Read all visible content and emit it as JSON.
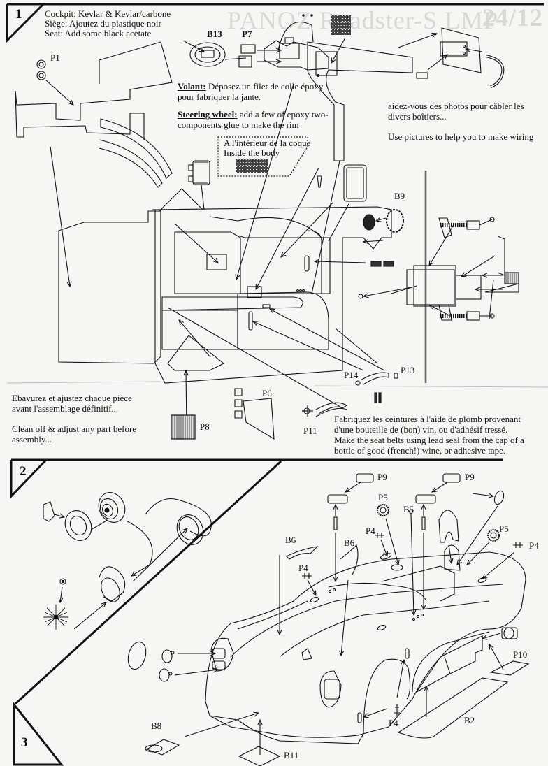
{
  "document": {
    "background_header_ghost": "PANOZ Roadster-S LMP",
    "background_page_ghost": "24/12"
  },
  "step1": {
    "number": "1",
    "intro": [
      "Cockpit: Kevlar & Kevlar/carbone",
      "Siège: Ajoutez du plastique noir",
      "Seat: Add some black acetate"
    ],
    "labels": {
      "p1": "P1",
      "b13": "B13",
      "p7": "P7",
      "b9": "B9",
      "p6": "P6",
      "p8": "P8",
      "p11": "P11",
      "p13": "P13",
      "p14": "P14"
    },
    "volant_label": "Volant:",
    "volant_text_1": " Déposez un filet de colle époxy",
    "volant_text_2": "pour fabriquer la jante.",
    "steering_label": "Steering wheel:",
    "steering_text_1": " add a few of epoxy two-",
    "steering_text_2": "components glue to make the rim",
    "inside_box": [
      "A l'intérieur de la coque",
      "Inside the body"
    ],
    "wiring_fr": [
      "aidez-vous des photos pour câbler les",
      "divers boîtiers..."
    ],
    "wiring_en": "Use pictures to help you to make wiring",
    "cleanoff_fr": [
      "Ebavurez et ajustez chaque pièce",
      "avant l'assemblage définitif..."
    ],
    "cleanoff_en": [
      "Clean off & adjust any part before",
      "assembly..."
    ],
    "seatbelt_text": [
      "Fabriquez les ceintures à l'aide de plomb provenant",
      "d'une bouteille de (bon) vin, ou d'adhésif tressé.",
      "Make the seat belts using lead seal from the cap of a",
      "bottle of good (french!) wine, or adhesive tape."
    ]
  },
  "step2": {
    "number": "2"
  },
  "step3": {
    "number": "3",
    "labels": {
      "p9a": "P9",
      "p9b": "P9",
      "p5a": "P5",
      "p5b": "P5",
      "b5": "B5",
      "p4a": "P4",
      "p4b": "P4",
      "p4c": "P4",
      "p4d": "P4",
      "b6a": "B6",
      "b6b": "B6",
      "b8": "B8",
      "b11": "B11",
      "b2": "B2",
      "p10": "P10"
    }
  }
}
